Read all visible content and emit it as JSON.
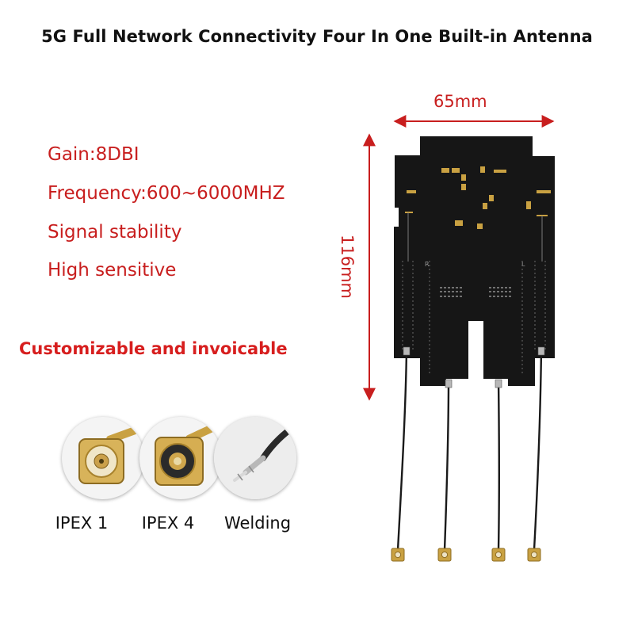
{
  "title": "5G Full Network Connectivity Four In One Built-in Antenna",
  "specs": {
    "gain": "Gain:8DBI",
    "frequency": "Frequency:600~6000MHZ",
    "stability": "Signal stability",
    "sensitive": "High sensitive"
  },
  "customizable": "Customizable and invoicable",
  "dimensions": {
    "width": "65mm",
    "height": "116mm"
  },
  "connectors": [
    {
      "label": "IPEX 1",
      "icon": "ipex1-connector-icon"
    },
    {
      "label": "IPEX 4",
      "icon": "ipex4-connector-icon"
    },
    {
      "label": "Welding",
      "icon": "welding-wire-icon"
    }
  ],
  "pcb_labels": {
    "left_mark": "R",
    "right_mark": "L"
  },
  "colors": {
    "spec_text": "#c81e1e",
    "pcb": "#161616",
    "gold": "#c9a142"
  }
}
